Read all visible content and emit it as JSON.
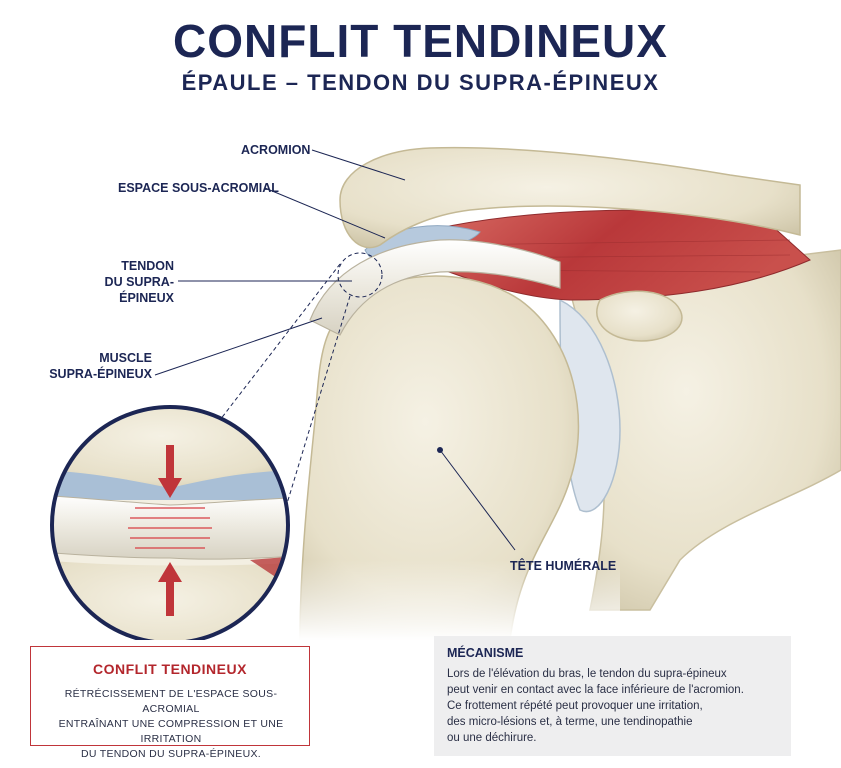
{
  "header": {
    "title": "CONFLIT TENDINEUX",
    "subtitle": "ÉPAULE – TENDON DU SUPRA-ÉPINEUX"
  },
  "labels": {
    "acromion": "ACROMION",
    "espace": "ESPACE SOUS-ACROMIAL",
    "tendon": "TENDON\nDU SUPRA-ÉPINEUX",
    "muscle": "MUSCLE\nSUPRA-ÉPINEUX",
    "tete": "TÊTE HUMÉRALE"
  },
  "conflit_box": {
    "title": "CONFLIT TENDINEUX",
    "text": "RÉTRÉCISSEMENT DE L'ESPACE SOUS-ACROMIAL\nENTRAÎNANT UNE COMPRESSION ET UNE IRRITATION\nDU TENDON DU SUPRA-ÉPINEUX."
  },
  "mecanisme_box": {
    "title": "MÉCANISME",
    "text": "Lors de l'élévation du bras, le tendon du supra-épineux\npeut venir en contact avec la face inférieure de l'acromion.\nCe frottement répété peut provoquer une irritation,\ndes micro-lésions et, à terme, une tendinopathie\nou une déchirure."
  },
  "colors": {
    "navy": "#1c2654",
    "alert_red": "#c0353a",
    "bone": "#e9e3cf",
    "muscle_red": "#b8393b",
    "bursa_blue": "#a9bfd6",
    "panel_gray": "#eeeeef"
  }
}
